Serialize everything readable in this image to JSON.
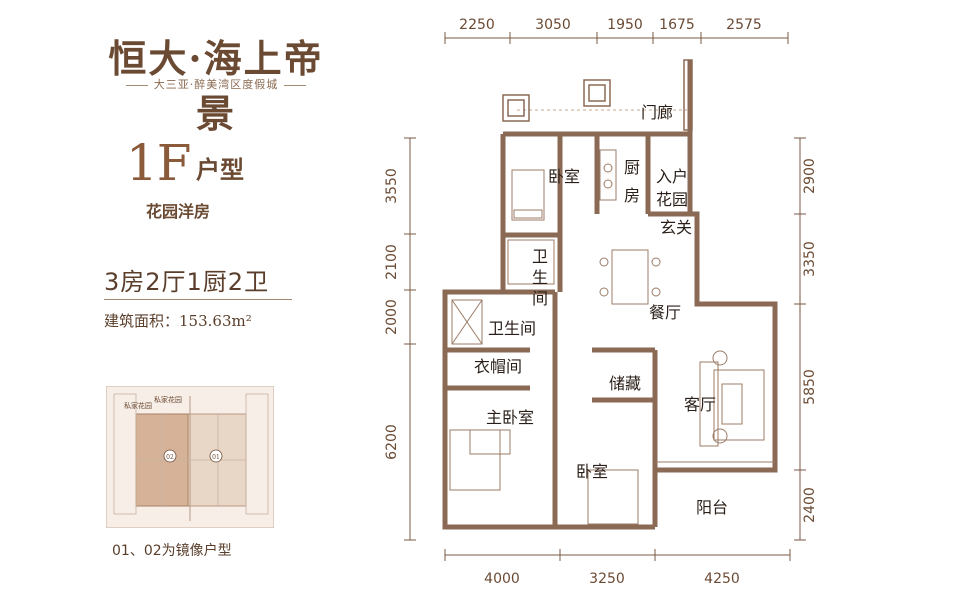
{
  "brand": {
    "name": "恒大·海上帝景",
    "tagline": "大三亚·醉美湾区度假城"
  },
  "unit": {
    "code": "1F",
    "type_suffix": "户型",
    "style": "花园洋房",
    "configuration": "3房2厅1厨2卫",
    "area_label": "建筑面积：",
    "area_value": "153.63m²"
  },
  "key_plan": {
    "labels": [
      "私家花园",
      "私家花园",
      "02",
      "01"
    ]
  },
  "mirror_note": "01、02为镜像户型",
  "rooms": {
    "porch": "门廊",
    "bedroom_north": "卧室",
    "kitchen_1": "厨",
    "kitchen_2": "房",
    "garden_1": "入户",
    "garden_2": "花园",
    "foyer": "玄关",
    "bath_small_1": "卫",
    "bath_small_2": "生",
    "bath_small_3": "间",
    "dining": "餐厅",
    "bath_master": "卫生间",
    "closet": "衣帽间",
    "storage": "储藏",
    "master_bedroom": "主卧室",
    "living": "客厅",
    "bedroom_south": "卧室",
    "balcony": "阳台"
  },
  "dimensions": {
    "top": [
      "2250",
      "3050",
      "1950",
      "1675",
      "2575"
    ],
    "bottom": [
      "4000",
      "3250",
      "4250"
    ],
    "left": [
      "3550",
      "2100",
      "2000",
      "6200"
    ],
    "right": [
      "2900",
      "3350",
      "5850",
      "2400"
    ]
  },
  "colors": {
    "wall": "#8b6a55",
    "text": "#6b4a33",
    "dim": "#7a5a44",
    "key_fill": "#e8d6c6",
    "key_highlight": "#d6b398"
  }
}
